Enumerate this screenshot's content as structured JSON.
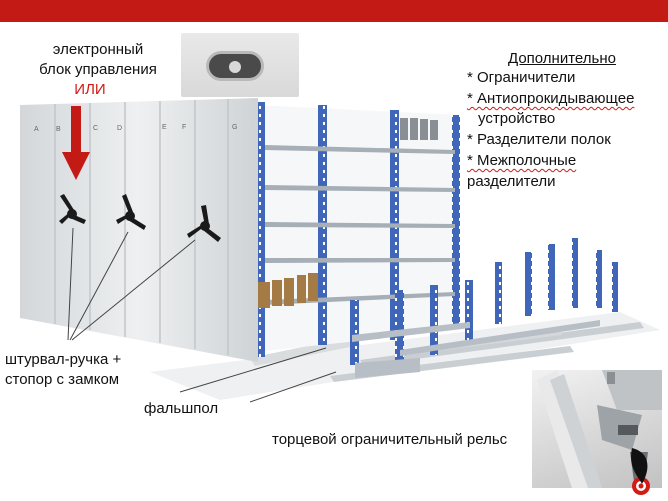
{
  "labels": {
    "control_unit_line1": "электронный",
    "control_unit_line2": "блок управления",
    "or_text": "ИЛИ",
    "additional_title": "Дополнительно",
    "limiters": "* Ограничители",
    "anti_tip_line1": "* Антиопрокидывающее",
    "anti_tip_line2": "устройство",
    "shelf_dividers": "* Разделители полок",
    "between_shelf_line1": "* Межполочные",
    "between_shelf_line2": "разделители",
    "handwheel_line1": "штурвал-ручка +",
    "handwheel_line2": "стопор с замком",
    "false_floor": "фальшпол",
    "end_rail": "торцевой ограничительный рельс"
  },
  "cabinet_letters": [
    "A",
    "B",
    "C",
    "D",
    "E",
    "F",
    "G"
  ],
  "colors": {
    "top_bar": "#c41a16",
    "accent_red": "#d21b14",
    "rack_blue": "#3f66b8",
    "cabinet_grey": "#e3e6e8"
  }
}
